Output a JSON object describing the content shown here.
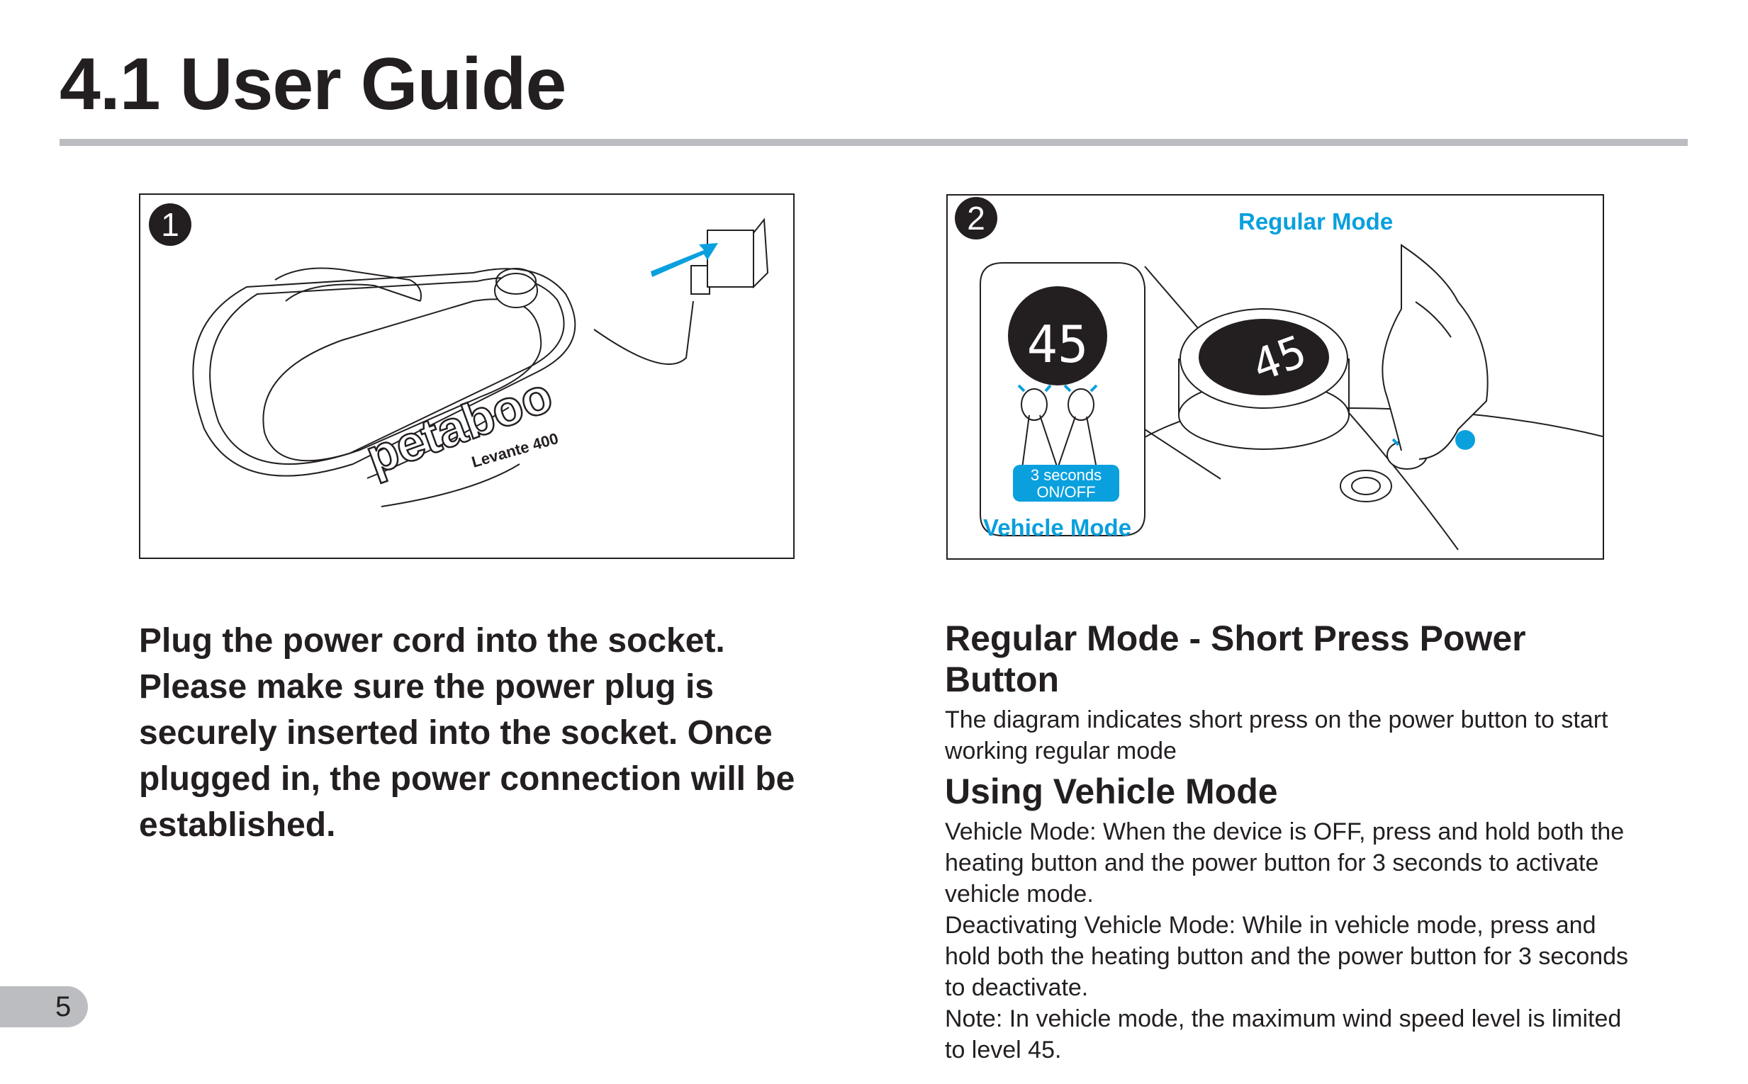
{
  "page": {
    "title": "4.1 User Guide",
    "page_number": "5"
  },
  "panel1": {
    "step": "1",
    "brand": "petaboo",
    "model": "Levante 400"
  },
  "panel2": {
    "step": "2",
    "regular_mode_label": "Regular Mode",
    "vehicle_mode_label": "Vehicle Mode",
    "display_value": "45",
    "timer_line1": "3 seconds",
    "timer_line2": "ON/OFF"
  },
  "left_text": "Plug the power cord into the socket. Please make sure the power plug is securely inserted into the socket. Once plugged in, the power connection will be established.",
  "right": {
    "heading1": "Regular Mode - Short Press Power Button",
    "body1": "The diagram indicates short press on the power button to start working regular mode",
    "heading2": "Using Vehicle Mode",
    "body2a": "Vehicle Mode: When the device is OFF, press and hold both the heating button and the power button for 3 seconds to activate vehicle mode.",
    "body2b": "Deactivating Vehicle Mode: While in vehicle mode, press and hold both the heating button and the power button for 3 seconds to deactivate.",
    "body2c": "Note: In vehicle mode, the maximum wind speed level is limited to level 45."
  },
  "colors": {
    "accent": "#0aa0de",
    "text": "#231f20",
    "rule": "#bcbdc0"
  }
}
